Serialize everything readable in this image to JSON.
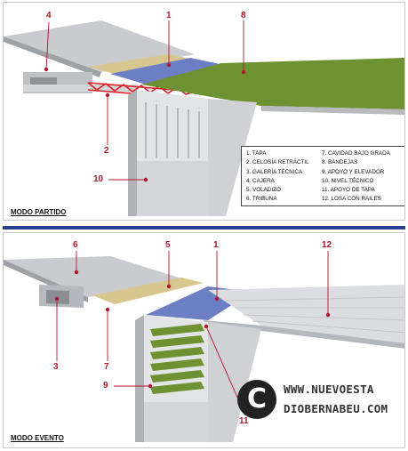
{
  "top_panel": {
    "mode_label": "MODO PARTIDO",
    "callouts": [
      "4",
      "1",
      "8",
      "2",
      "10"
    ]
  },
  "bottom_panel": {
    "mode_label": "MODO EVENTO",
    "callouts": [
      "6",
      "5",
      "1",
      "12",
      "3",
      "7",
      "9",
      "11"
    ]
  },
  "legend": {
    "left": [
      "1.   TAPA",
      "2.   CELOSÍA RETRÁCTIL",
      "3.   GALERÍA TÉCNICA",
      "4.   CAJERA",
      "5.   VOLADIZO",
      "6.   TRIBUNA"
    ],
    "right": [
      "7.   CAVIDAD BAJO GRADA",
      "8.   BANDEJAS",
      "9.   APOYO Y ELEVADOR",
      "10. NIVEL TÉCNICO",
      "11. APOYO DE TAPA",
      "12. LOSA CON RAILES"
    ]
  },
  "watermark": {
    "logo_glyph": "C",
    "line1": "WWW.NUEVOESTA",
    "line2": "DIOBERNABEU.COM"
  },
  "colors": {
    "callout": "#b0172b",
    "lid_blue": "#6d7fc4",
    "pitch_green": "#6e9132",
    "cantilever_tan": "#d8c68f",
    "concrete": "#d9dadc",
    "truss_red": "#d8232a",
    "divider": "#2a3f8f"
  }
}
